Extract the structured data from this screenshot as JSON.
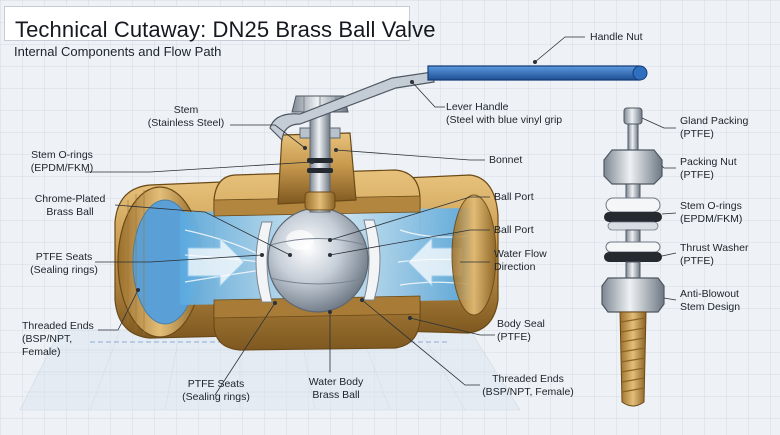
{
  "header": {
    "title": "Technical Cutaway: DN25 Brass Ball Valve",
    "subtitle": "Internal Components and Flow Path"
  },
  "labels": {
    "handle_nut": "Handle Nut",
    "stem": "Stem\n(Stainless Steel)",
    "lever_handle": "Lever Handle\n(Steel with blue vinyl grip",
    "stem_orings_left": "Stem O-rings\n(EPDM/FKM)",
    "bonnet": "Bonnet",
    "chrome_ball": "Chrome-Plated\nBrass Ball",
    "ball_port_1": "Ball Port",
    "ball_port_2": "Ball Port",
    "ptfe_seats_left": "PTFE Seats\n(Sealing rings)",
    "water_flow": "Water Flow\nDirection",
    "threaded_ends_left": "Threaded Ends\n(BSP/NPT,\nFemale)",
    "body_seal": "Body Seal\n(PTFE)",
    "ptfe_seats_bottom": "PTFE Seats\n(Sealing rings)",
    "water_body": "Water Body\nBrass Ball",
    "threaded_ends_bottom": "Threaded Ends\n(BSP/NPT, Female)",
    "gland_packing": "Gland Packing\n(PTFE)",
    "packing_nut": "Packing Nut\n(PTFE)",
    "stem_orings_right": "Stem O-rings\n(EPDM/FKM)",
    "thrust_washer": "Thrust Washer\n(PTFE)",
    "anti_blowout": "Anti-Blowout\nStem Design"
  },
  "colors": {
    "brass": "#c89a4e",
    "brass_dark": "#8a6224",
    "water": "#7fc0e8",
    "handle_grip": "#2f6fc0",
    "steel": "#b9c2cc"
  }
}
